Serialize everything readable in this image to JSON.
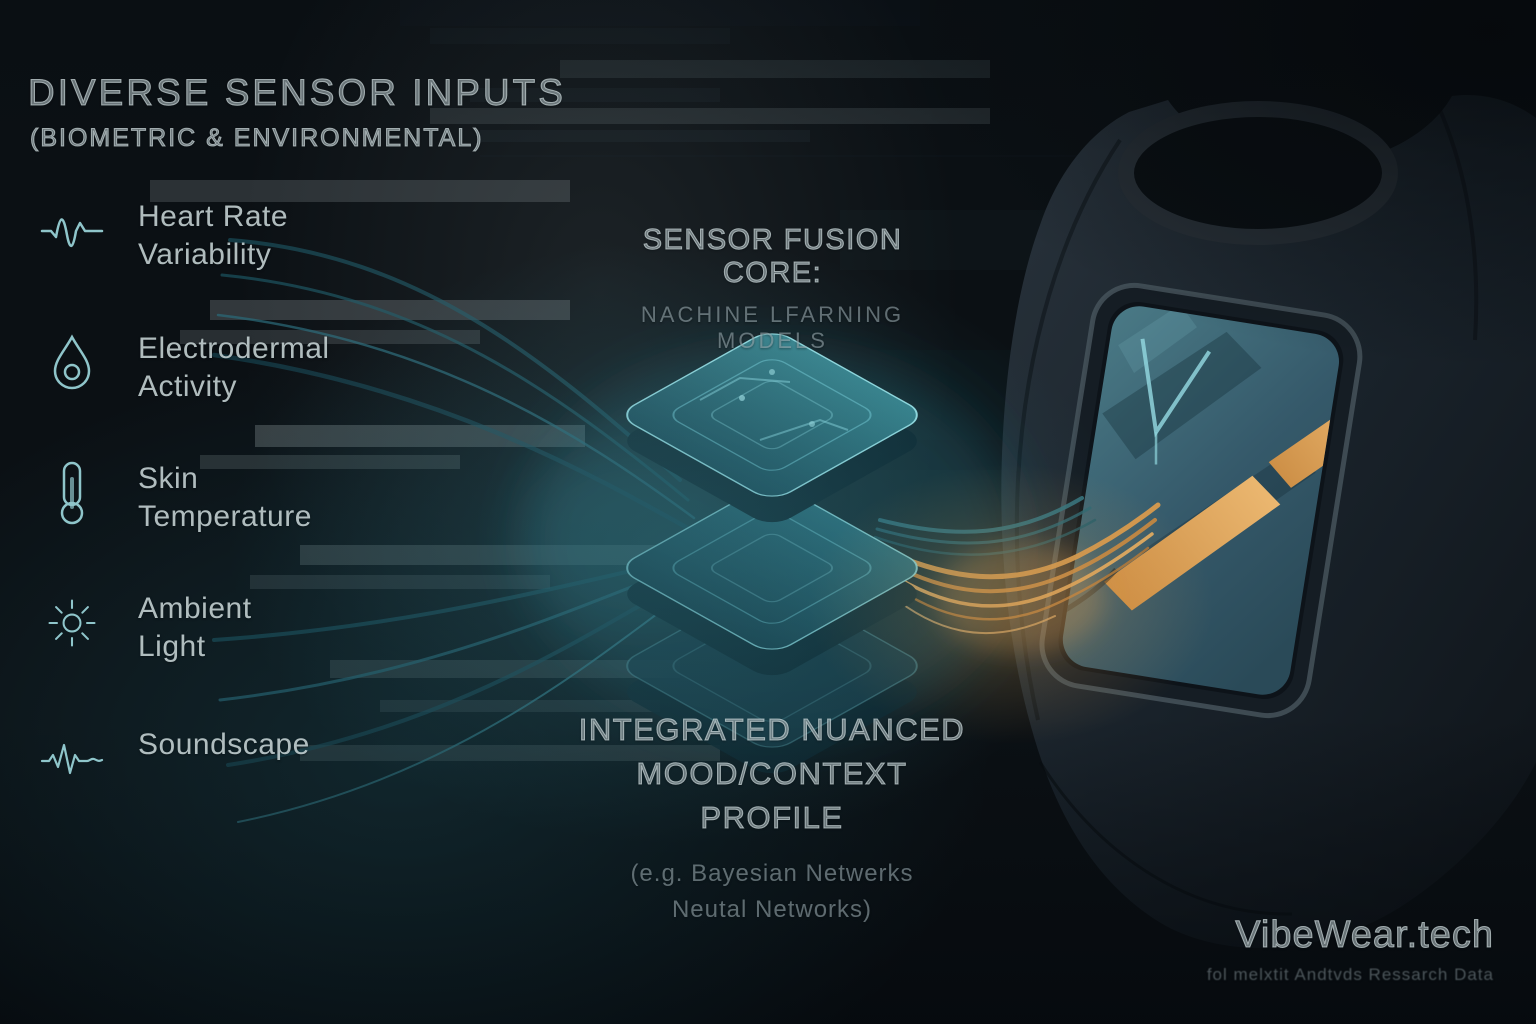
{
  "header": {
    "title": "DIVERSE SENSOR INPUTS",
    "subtitle": "(BIOMETRIC & ENVIRONMENTAL)"
  },
  "sensors": {
    "items": [
      {
        "icon": "heart-rate-waveform-icon",
        "label_line1": "Heart Rate",
        "label_line2": "Variability"
      },
      {
        "icon": "droplet-icon",
        "label_line1": "Electrodermal",
        "label_line2": "Activity"
      },
      {
        "icon": "thermometer-icon",
        "label_line1": "Skin",
        "label_line2": "Temperature"
      },
      {
        "icon": "sun-icon",
        "label_line1": "Ambient",
        "label_line2": "Light"
      },
      {
        "icon": "soundwave-icon",
        "label_line1": "Soundscape"
      }
    ]
  },
  "fusion_core": {
    "title": "SENSOR FUSION CORE:",
    "subtitle": "NACHINE LFARNING MODELS"
  },
  "profile": {
    "title_line1": "INTEGRATED NUANCED",
    "title_line2": "MOOD/CONTEXT PROFILE",
    "subtitle_line1": "(e.g. Bayesian Netwerks",
    "subtitle_line2": "Neutal Networks)"
  },
  "brand": {
    "name": "VibeWear.tech",
    "tagline": "fol melxtit Andtvds Ressarch Data"
  },
  "colors": {
    "accent_teal": "#2e7482",
    "accent_cyan": "#8fdbe2",
    "accent_orange": "#d99b52",
    "shirt_dark": "#1a232b",
    "text_light": "#c9d6d8"
  }
}
